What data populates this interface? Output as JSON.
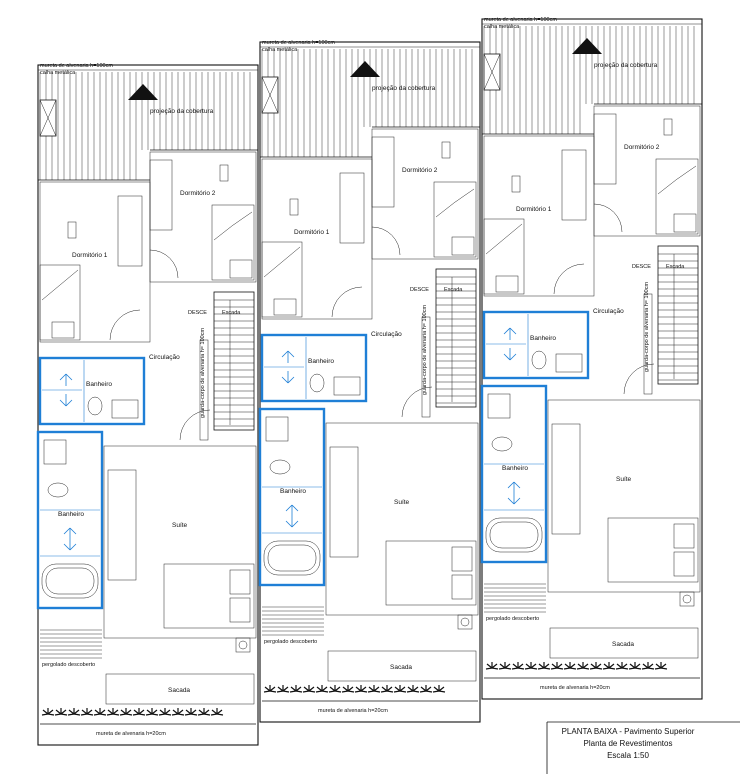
{
  "units": [
    {
      "id": "left",
      "wall_note": "mureta de alvenaria h=100cm",
      "gutter": "calha metálica",
      "roof_projection": "projeção da cobertura",
      "bedroom1": "Dormitório 1",
      "bedroom2": "Dormitório 2",
      "down": "DESCE",
      "stair_label": "Escada",
      "circulation": "Circulação",
      "guardrail": "guarda-corpo de alvenaria h= 100cm",
      "bath1": "Banheiro",
      "bath2": "Banheiro",
      "suite": "Suíte",
      "pergola": "pergolado descoberto",
      "balcony": "Sacada",
      "low_wall": "mureta de alvenaria h=20cm"
    },
    {
      "id": "middle",
      "wall_note": "mureta de alvenaria h=100cm",
      "gutter": "calha metálica",
      "roof_projection": "projeção da cobertura",
      "bedroom1": "Dormitório 1",
      "bedroom2": "Dormitório 2",
      "down": "DESCE",
      "stair_label": "Escada",
      "circulation": "Circulação",
      "guardrail": "guarda-corpo de alvenaria h= 100cm",
      "bath1": "Banheiro",
      "bath2": "Banheiro",
      "suite": "Suíte",
      "pergola": "pergolado descoberto",
      "balcony": "Sacada",
      "low_wall": "mureta de alvenaria h=20cm"
    },
    {
      "id": "right",
      "wall_note": "mureta de alvenaria h=100cm",
      "gutter": "calha metálica",
      "roof_projection": "projeção da cobertura",
      "bedroom1": "Dormitório 1",
      "bedroom2": "Dormitório 2",
      "down": "DESCE",
      "stair_label": "Escada",
      "circulation": "Circulação",
      "guardrail": "guarda-corpo de alvenaria h= 100cm",
      "bath1": "Banheiro",
      "bath2": "Banheiro",
      "suite": "Suíte",
      "pergola": "pergolado descoberto",
      "balcony": "Sacada",
      "low_wall": "mureta de alvenaria h=20cm"
    }
  ],
  "title_block": {
    "line1": "PLANTA BAIXA - Pavimento Superior",
    "line2": "Planta de Revestimentos",
    "line3": "Escala 1:50"
  },
  "colors": {
    "bathroom_highlight": "#1f7fd6",
    "linework": "#111111"
  }
}
